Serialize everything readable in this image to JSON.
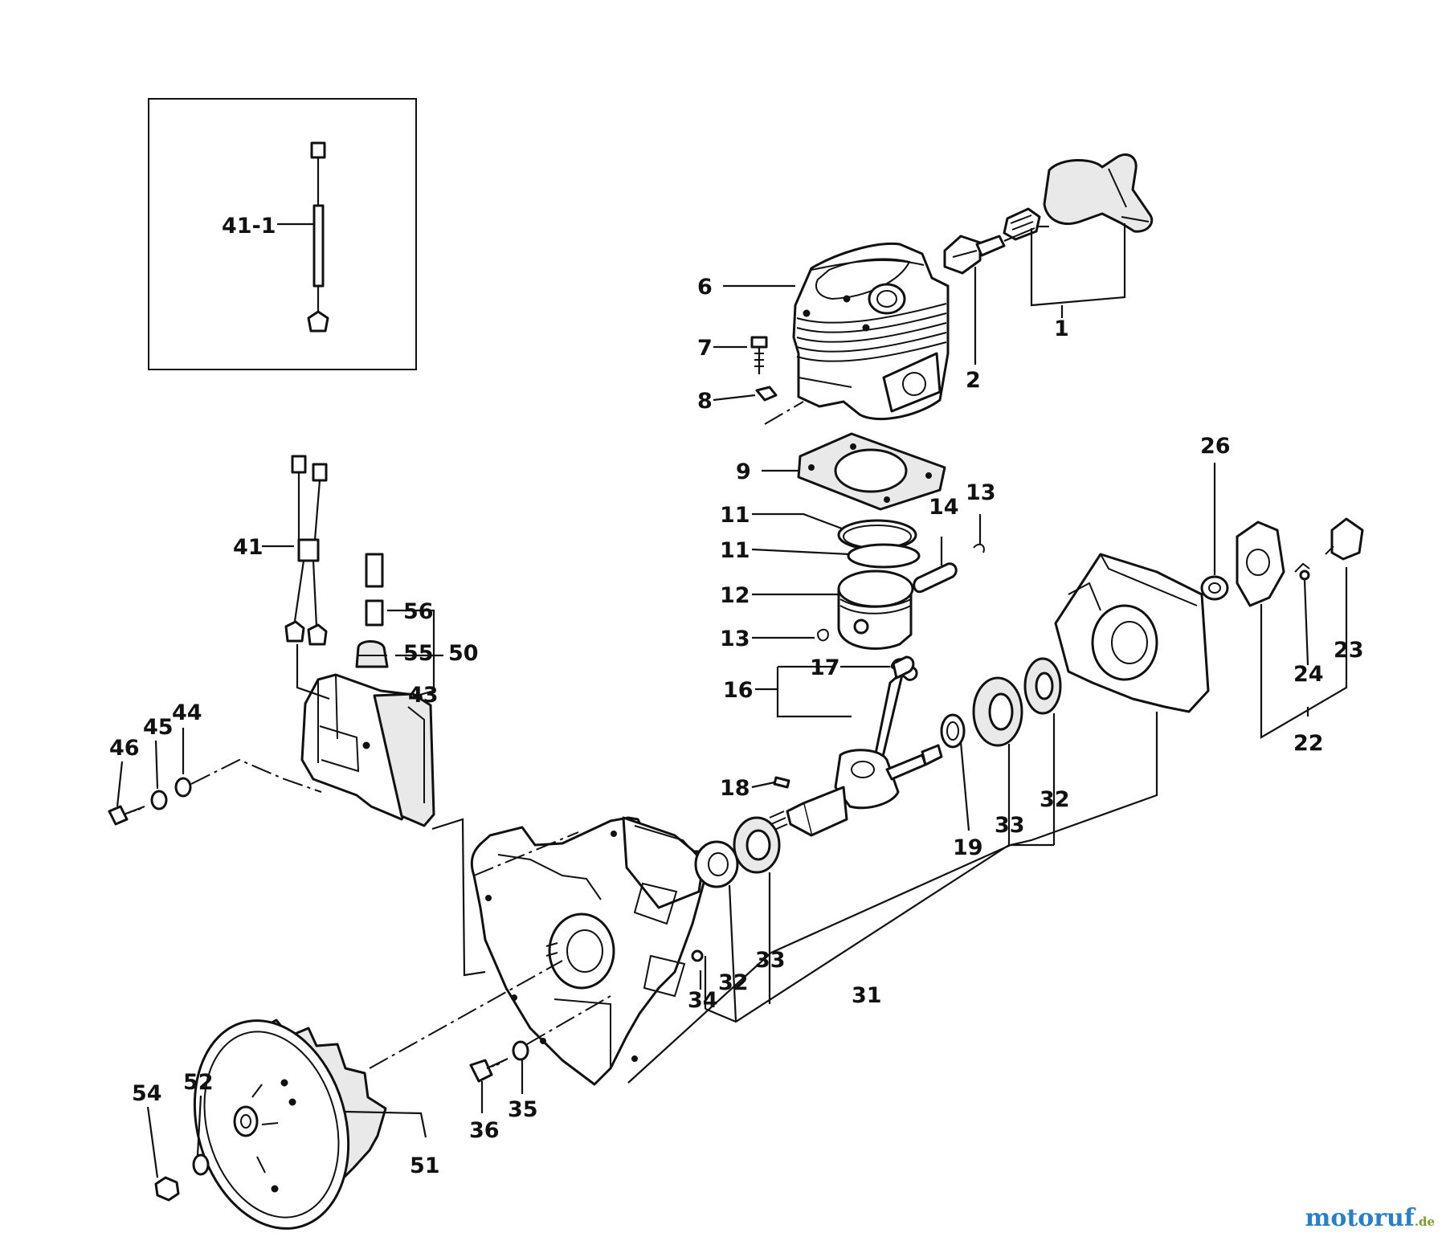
{
  "labels": {
    "l1": "1",
    "l2": "2",
    "l6": "6",
    "l7": "7",
    "l8": "8",
    "l9": "9",
    "l11a": "11",
    "l11b": "11",
    "l12": "12",
    "l13a": "13",
    "l13b": "13",
    "l14": "14",
    "l16": "16",
    "l17": "17",
    "l18": "18",
    "l19": "19",
    "l22": "22",
    "l23": "23",
    "l24": "24",
    "l26": "26",
    "l31": "31",
    "l32a": "32",
    "l32b": "32",
    "l33a": "33",
    "l33b": "33",
    "l34": "34",
    "l35": "35",
    "l36": "36",
    "l41": "41",
    "l41_1": "41-1",
    "l43": "43",
    "l44": "44",
    "l45": "45",
    "l46": "46",
    "l50": "50",
    "l51": "51",
    "l52": "52",
    "l54": "54",
    "l55": "55",
    "l56": "56"
  },
  "watermark": {
    "main": "motoruf",
    "tld": ".de"
  }
}
